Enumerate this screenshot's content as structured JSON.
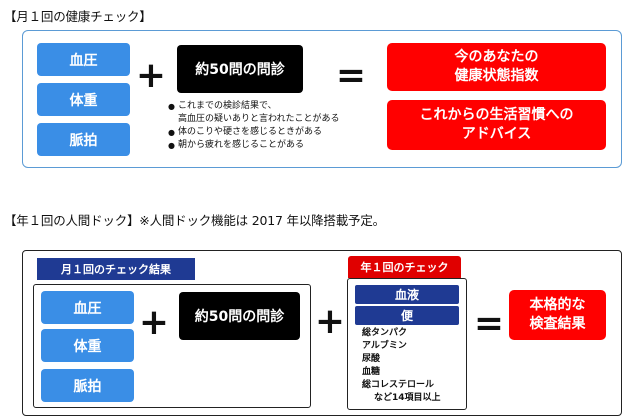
{
  "section1": {
    "title": "【月１回の健康チェック】",
    "inputs": [
      "血圧",
      "体重",
      "脈拍"
    ],
    "plus": "+",
    "questionnaire": "約50問の問診",
    "notes": [
      "これまでの検診結果で、\n高血圧の疑いありと言われたことがある",
      "体のこりや硬さを感じるときがある",
      "朝から疲れを感じることがある"
    ],
    "equals": "=",
    "outputs": [
      [
        "今のあなたの",
        "健康状態指数"
      ],
      [
        "これからの生活習慣への",
        "アドバイス"
      ]
    ]
  },
  "section2": {
    "title": "【年１回の人間ドック】※人間ドック機能は 2017 年以降搭載予定。",
    "monthly_label": "月１回のチェック結果",
    "inputs": [
      "血圧",
      "体重",
      "脈拍"
    ],
    "plus": "+",
    "questionnaire": "約50問の問診",
    "yearly_label": "年１回のチェック",
    "tests": [
      "血液",
      "便"
    ],
    "items": [
      "総タンパク",
      "アルブミン",
      "尿酸",
      "血糖",
      "総コレステロール",
      "など14項目以上"
    ],
    "equals": "=",
    "output": [
      "本格的な",
      "検査結果"
    ]
  },
  "colors": {
    "blue": "#3a8ee6",
    "red": "#ff0000",
    "navy": "#1f3a93",
    "black": "#000000",
    "frame_blue": "#5b9bd5"
  }
}
